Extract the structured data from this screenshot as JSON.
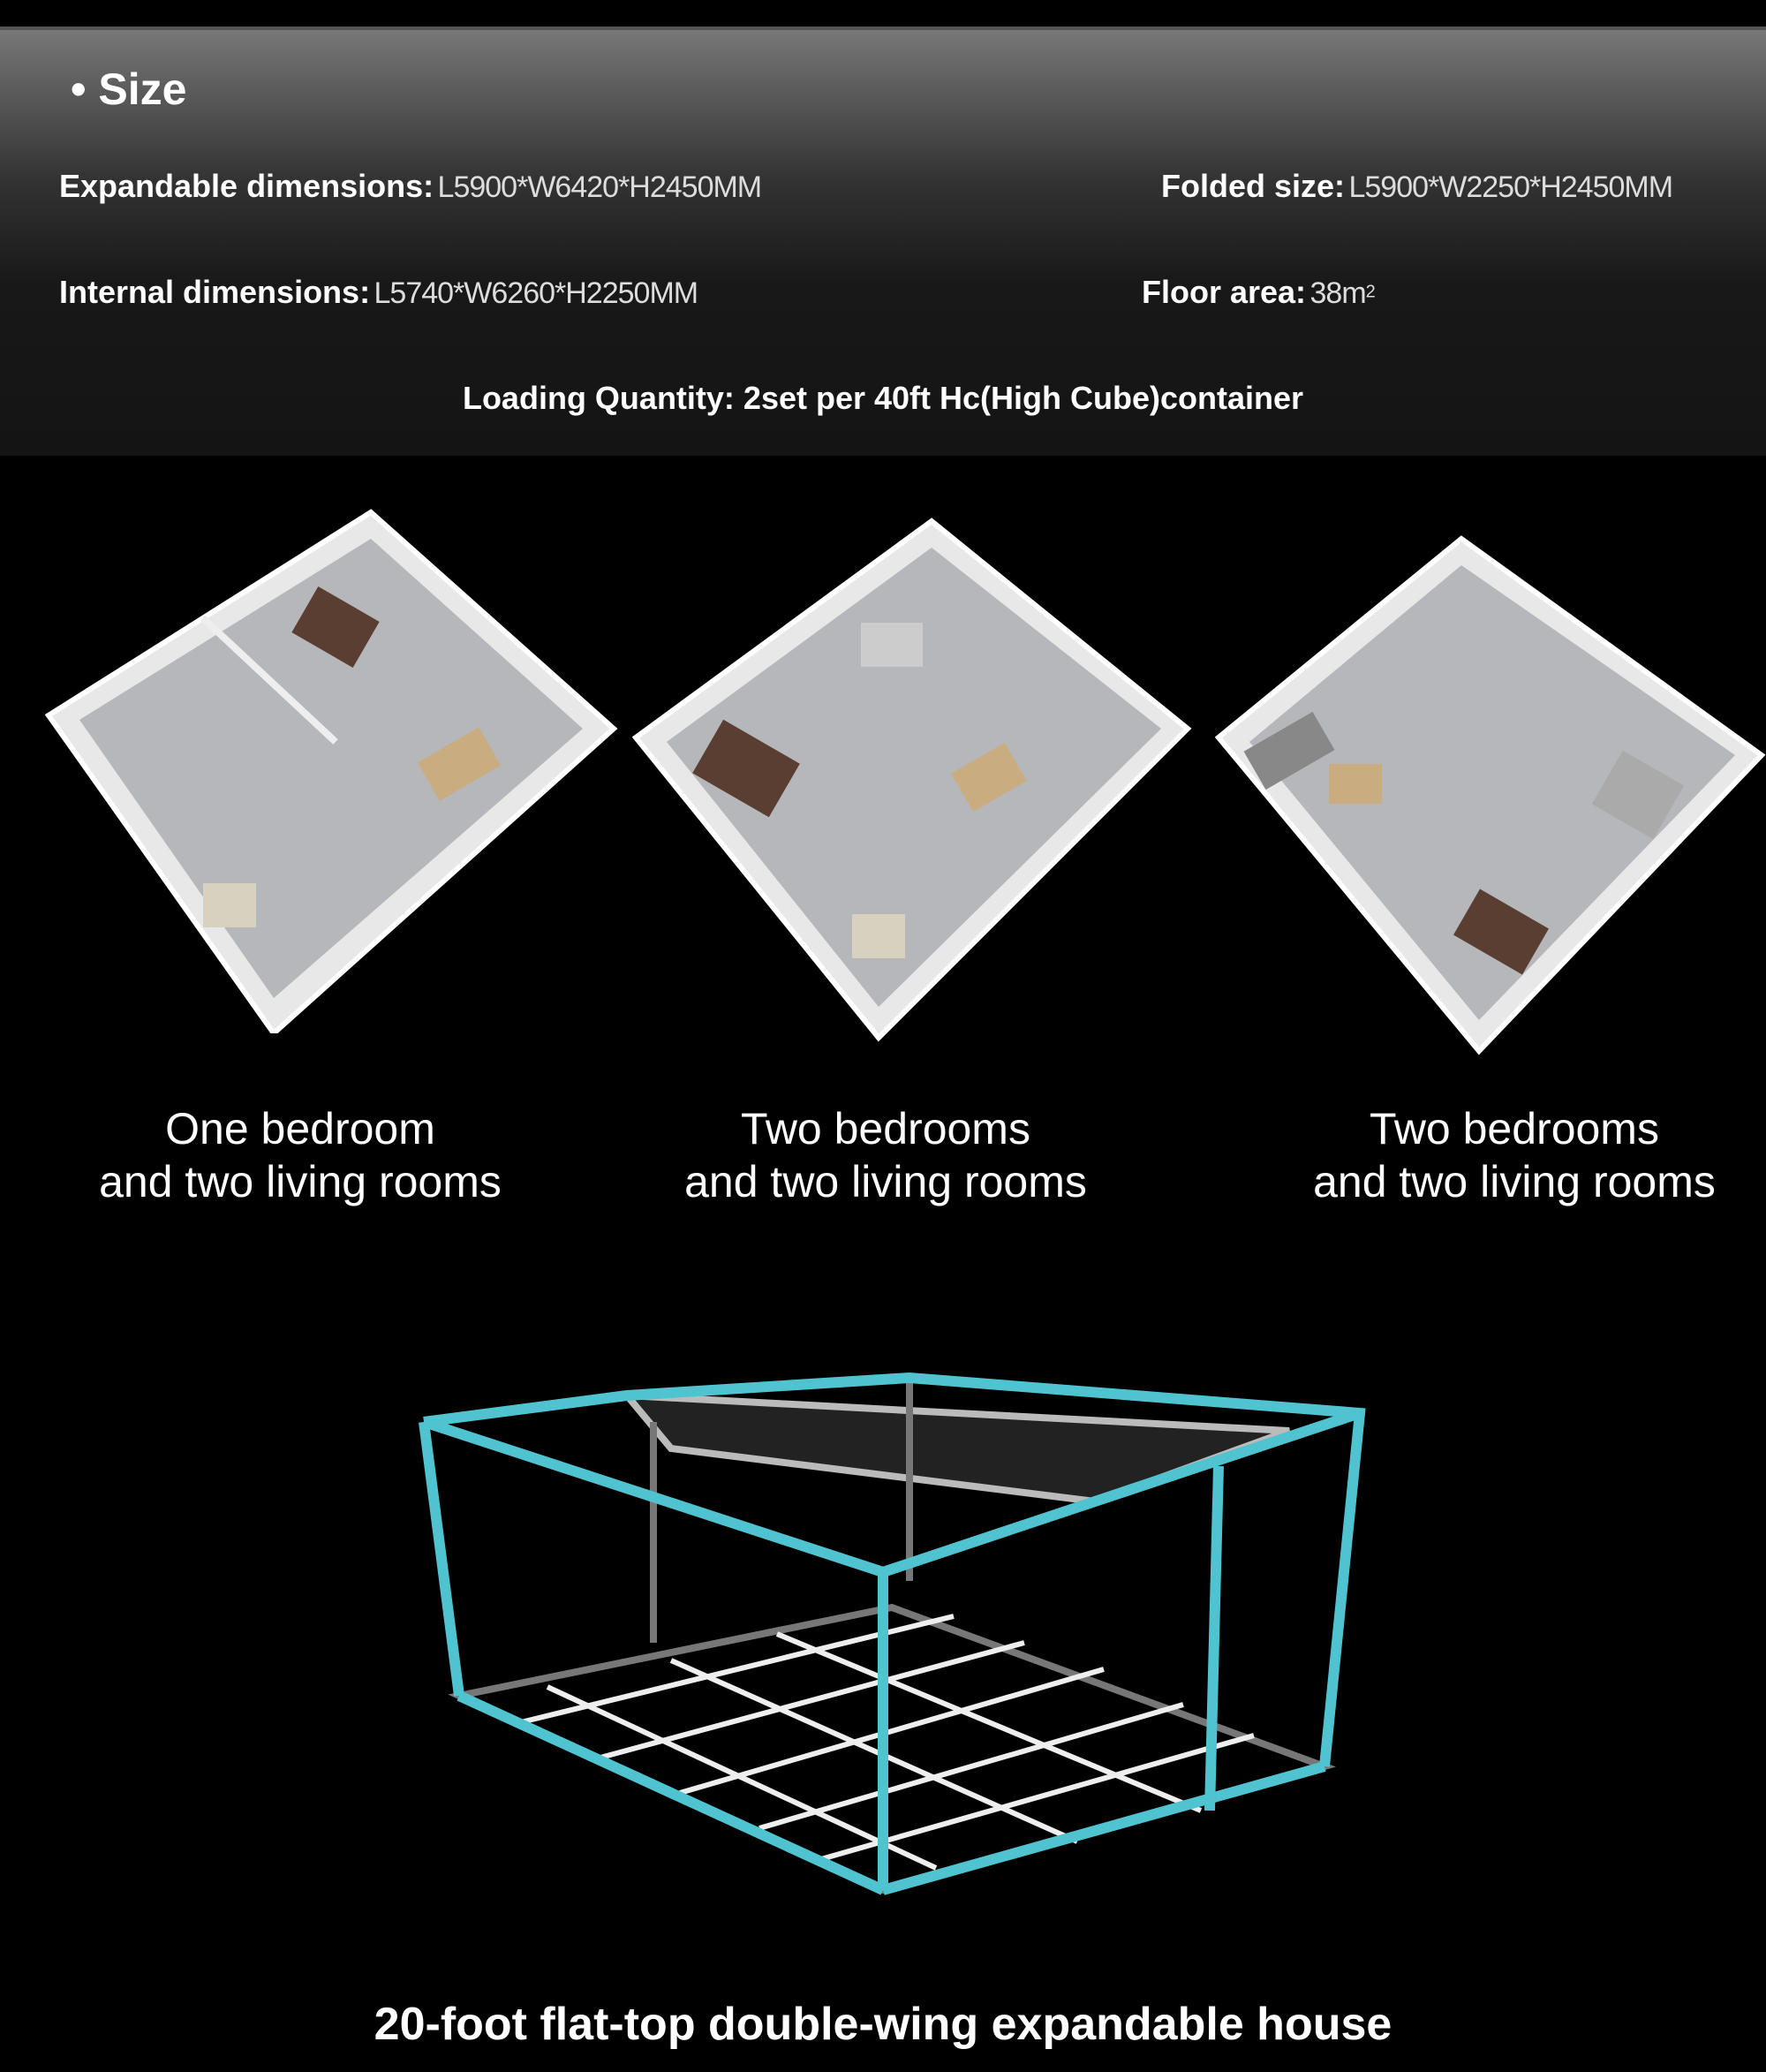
{
  "spec": {
    "title": "Size",
    "expandable_label": "Expandable dimensions:",
    "expandable_value": "L5900*W6420*H2450MM",
    "folded_label": "Folded size:",
    "folded_value": "L5900*W2250*H2450MM",
    "internal_label": "Internal dimensions:",
    "internal_value": "L5740*W6260*H2250MM",
    "floor_label": "Floor area:",
    "floor_value": "38m",
    "floor_sup": "2",
    "loading": "Loading Quantity: 2set per 40ft Hc(High Cube)container"
  },
  "layouts": [
    {
      "line1": "One bedroom",
      "line2": "and two living rooms"
    },
    {
      "line1": "Two bedrooms",
      "line2": "and two living rooms"
    },
    {
      "line1": "Two bedrooms",
      "line2": "and two living rooms"
    }
  ],
  "frame": {
    "caption": "20-foot flat-top double-wing expandable house",
    "accent": "#4fc3d0"
  }
}
